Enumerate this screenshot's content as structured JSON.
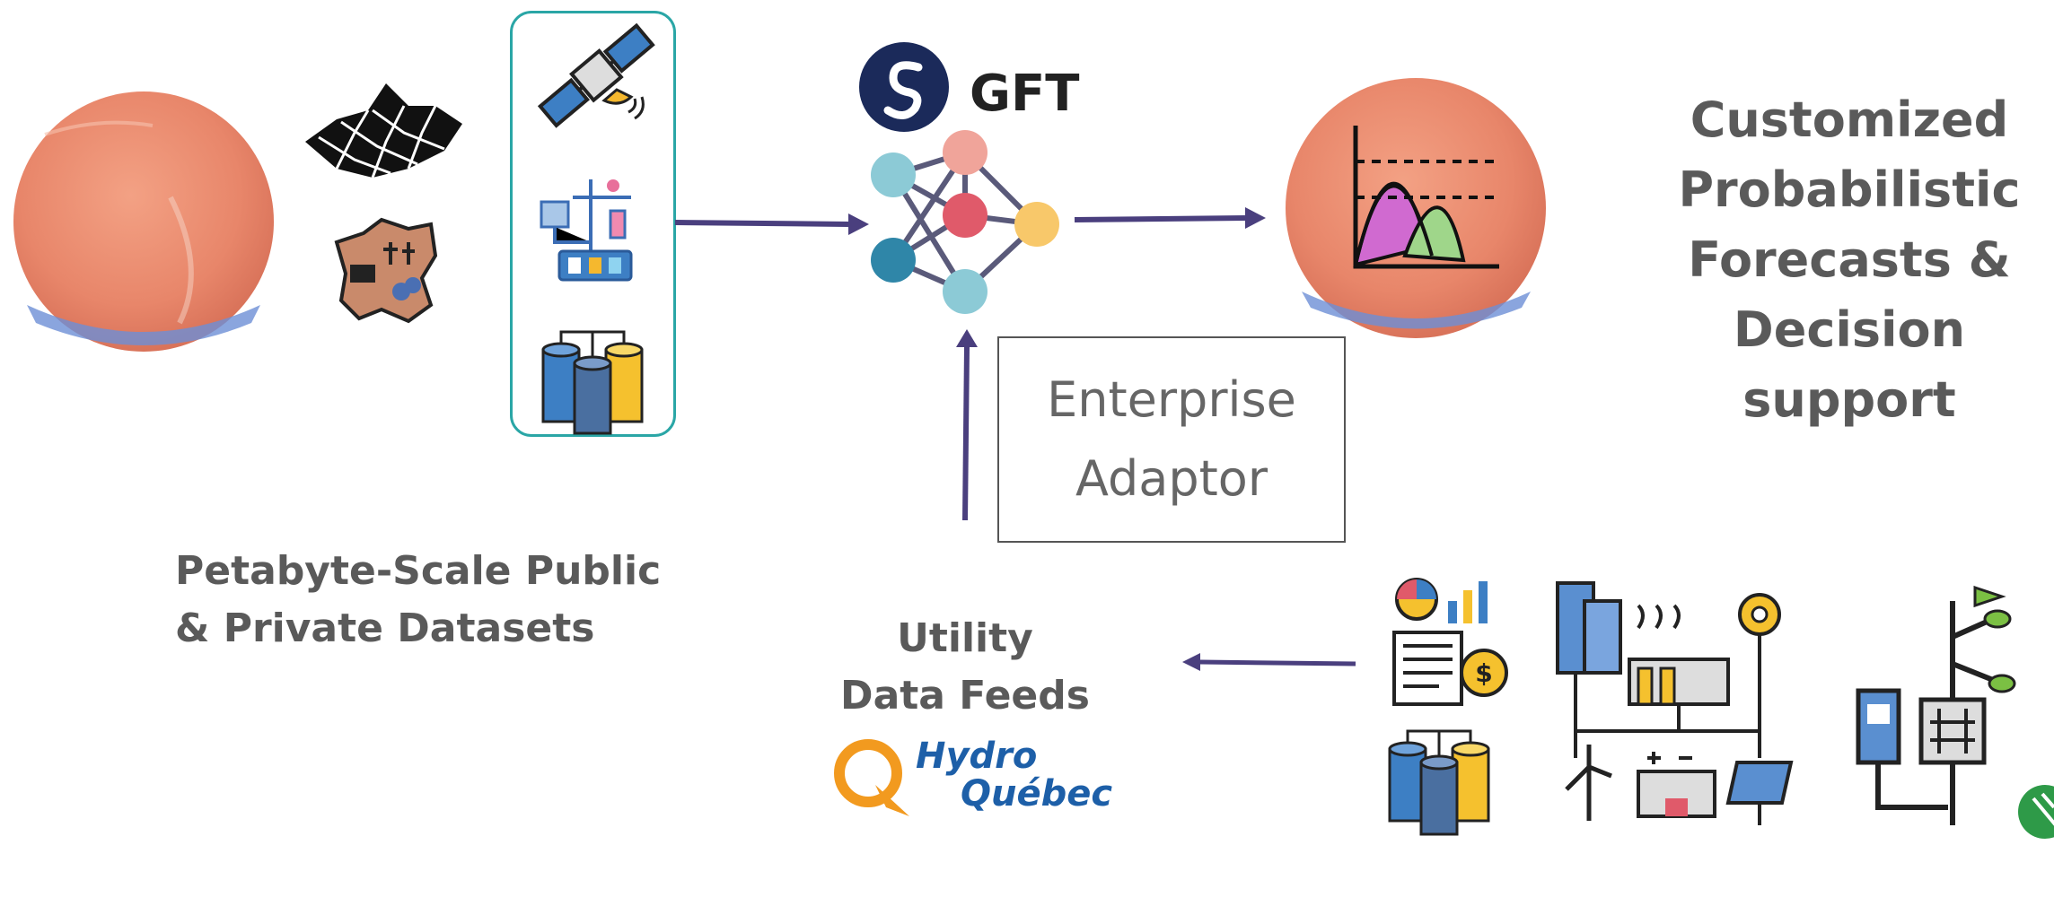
{
  "inputs": {
    "datasets_label_line1": "Petabyte-Scale Public",
    "datasets_label_line2": "& Private Datasets"
  },
  "model": {
    "name": "GFT"
  },
  "outputs": {
    "line1": "Customized",
    "line2": "Probabilistic",
    "line3": "Forecasts &",
    "line4": "Decision support"
  },
  "adaptor": {
    "line1": "Enterprise",
    "line2": "Adaptor"
  },
  "utility": {
    "line1": "Utility",
    "line2": "Data Feeds",
    "logo_line1": "Hydro",
    "logo_line2": "Québec"
  },
  "colors": {
    "arrow": "#4a3f7e",
    "panel_border": "#2aa6a6",
    "globe": "#e8866a",
    "label_text": "#5a5a5a"
  },
  "icons": [
    "globe-icon",
    "terrain-mesh-icon",
    "land-use-map-icon",
    "satellite-icon",
    "weather-station-icon",
    "database-icon",
    "neural-network-icon",
    "gft-logo-icon",
    "forecast-globe-icon",
    "report-icon",
    "power-grid-icon",
    "hydro-quebec-logo-icon"
  ]
}
